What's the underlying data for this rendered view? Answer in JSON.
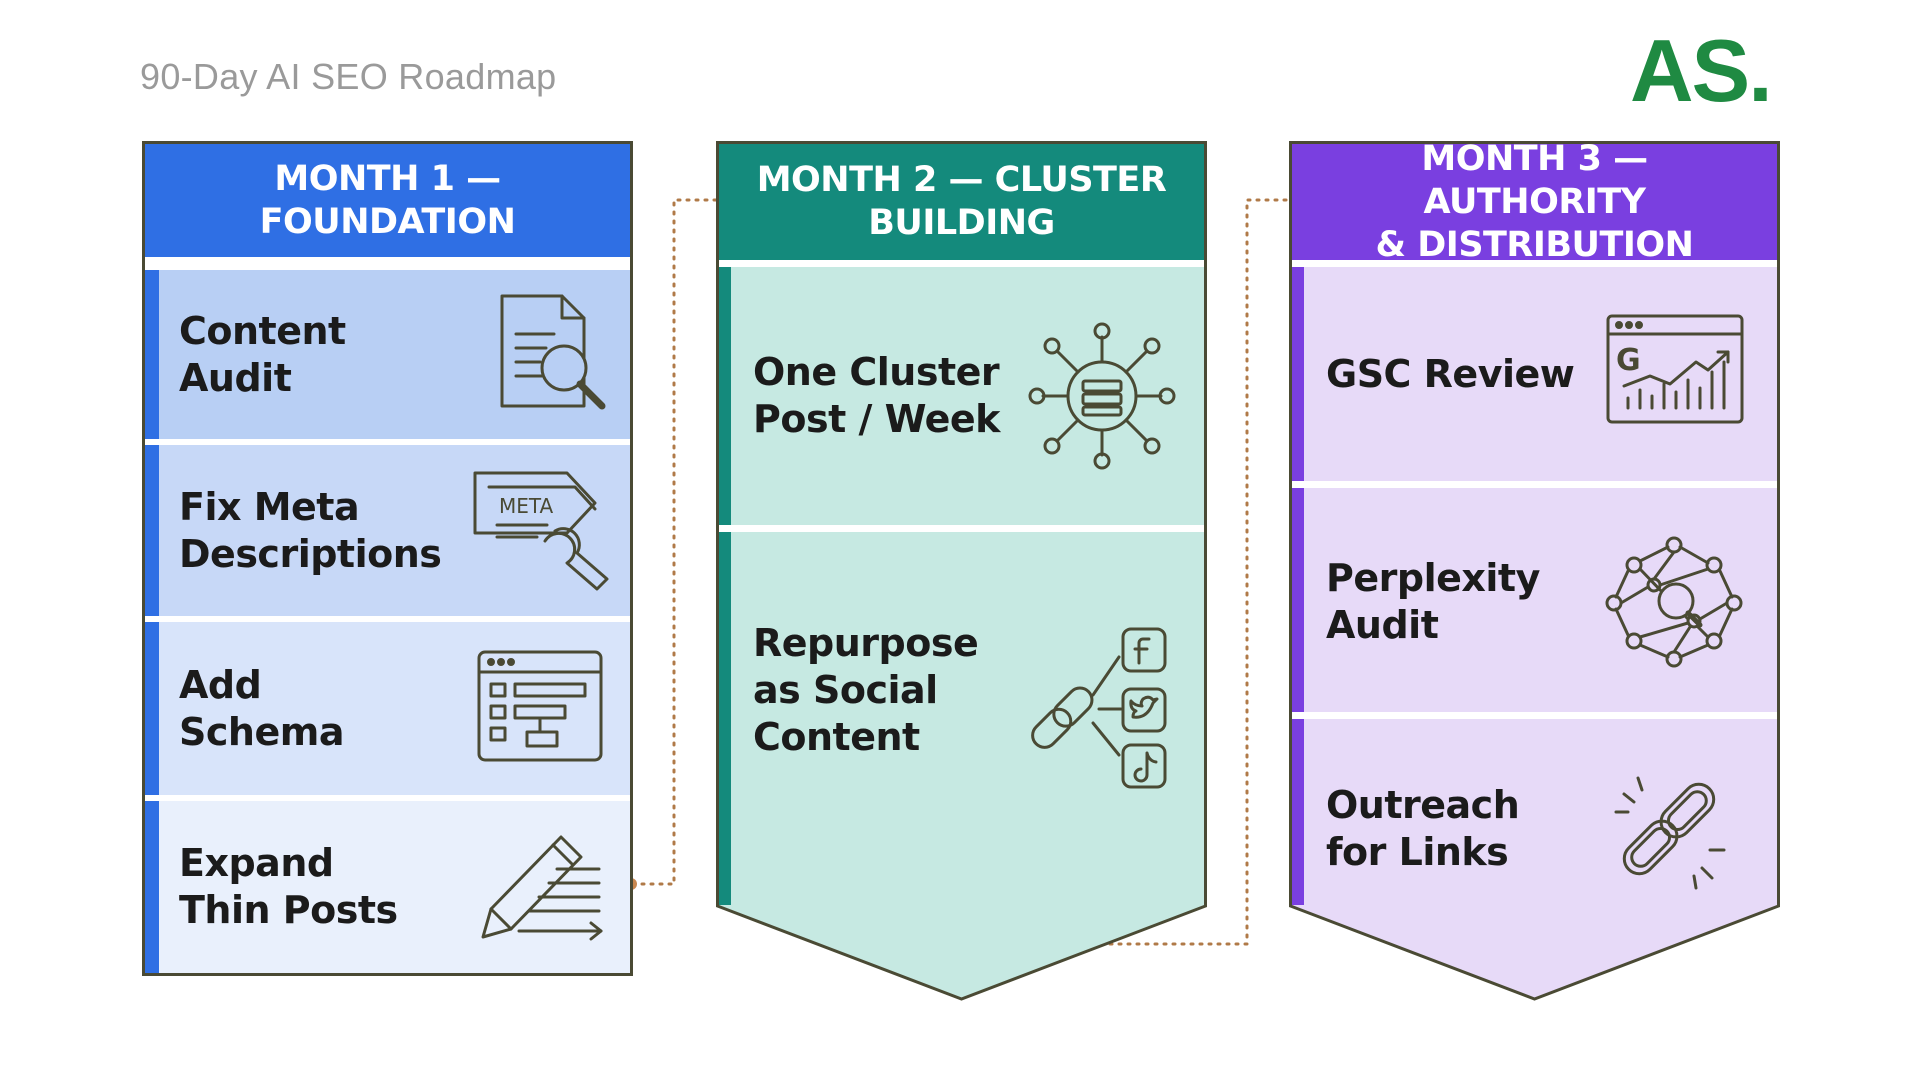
{
  "page_title": "90-Day AI SEO Roadmap",
  "logo": "AS.",
  "colors": {
    "month1": "#2f6fe4",
    "month2": "#148a7c",
    "month3": "#7a3fe0",
    "logo": "#1f8a42",
    "connector": "#b07a48"
  },
  "months": [
    {
      "title": "MONTH 1 — FOUNDATION",
      "tasks": [
        {
          "label": "Content\nAudit",
          "icon": "document-search-icon"
        },
        {
          "label": "Fix Meta\nDescriptions",
          "icon": "meta-tag-wrench-icon"
        },
        {
          "label": "Add\nSchema",
          "icon": "schema-browser-icon"
        },
        {
          "label": "Expand\nThin Posts",
          "icon": "pencil-expand-icon"
        }
      ]
    },
    {
      "title": "MONTH 2 — CLUSTER\nBUILDING",
      "tasks": [
        {
          "label": "One Cluster\nPost / Week",
          "icon": "topic-cluster-icon"
        },
        {
          "label": "Repurpose\nas Social\nContent",
          "icon": "social-share-icon"
        }
      ]
    },
    {
      "title": "MONTH 3 — AUTHORITY\n& DISTRIBUTION",
      "tasks": [
        {
          "label": "GSC Review",
          "icon": "search-console-chart-icon"
        },
        {
          "label": "Perplexity\nAudit",
          "icon": "ai-network-search-icon"
        },
        {
          "label": "Outreach\nfor Links",
          "icon": "link-chain-icon"
        }
      ]
    }
  ]
}
